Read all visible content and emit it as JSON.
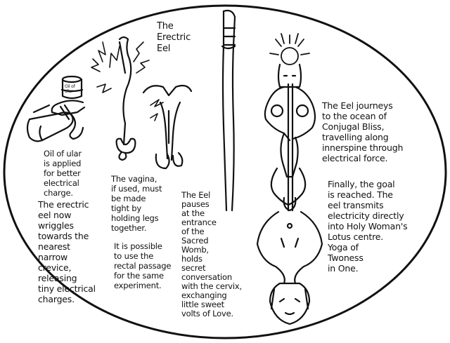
{
  "title": "The\nErectric\nEel",
  "jar_label": "Oil of\nUlar",
  "captions": {
    "oil": "Oil of ular\nis applied\nfor better\nelectrical\ncharge.",
    "wriggles": "The erectric\neel now\nwriggles\ntowards the\nnearest\nnarrow\ncrevice,\nreleasing\ntiny electrical\ncharges.",
    "vagina": "The vagina,\nif used, must\nbe made\ntight by\nholding legs\ntogether.",
    "rectal": "It is possible\nto use the\nrectal passage\nfor the same\nexperiment.",
    "pauses": "The Eel\npauses\nat the\nentrance\nof the\nSacred\nWomb,\nholds\nsecret\nconversation\nwith the cervix,\nexchanging\nlittle sweet\nvolts of Love.",
    "journeys": "The Eel journeys\nto the ocean of\nConjugal Bliss,\ntravelling along\ninnerspine through\nelectrical force.",
    "finally": "Finally, the goal\nis reached. The\neel transmits\nelectricity directly\ninto Holy Woman's\nLotus centre.\nYoga of\nTwoness\nin One."
  },
  "colors": {
    "ink": "#111111",
    "paper": "#ffffff"
  },
  "icons": [
    "jar-icon",
    "spark-icon",
    "eel-icon",
    "sun-icon"
  ]
}
